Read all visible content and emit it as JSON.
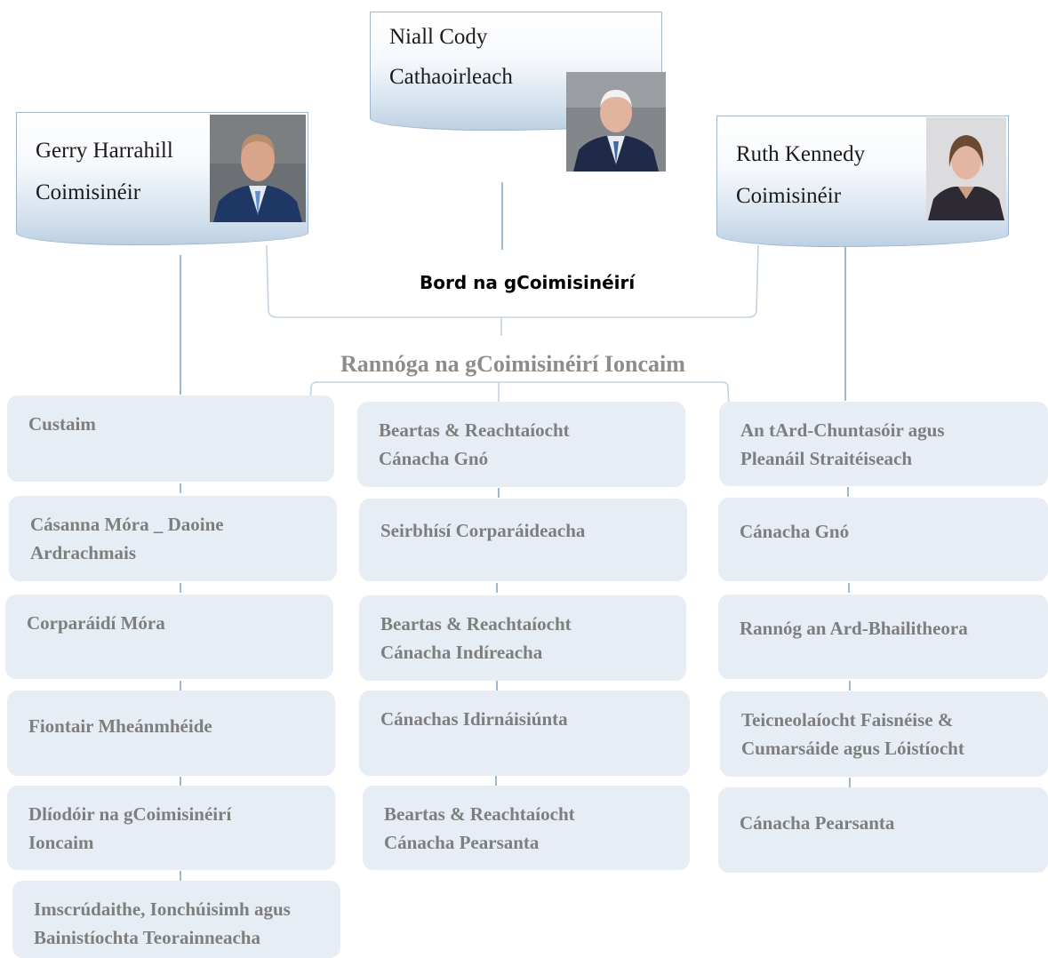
{
  "board": {
    "chair": {
      "name": "Niall Cody",
      "role": "Cathaoirleach"
    },
    "left": {
      "name": "Gerry Harrahill",
      "role": "Coimisinéir"
    },
    "right": {
      "name": "Ruth Kennedy",
      "role": "Coimisinéir"
    },
    "title": "Bord na gCoimisinéirí"
  },
  "divisions": {
    "title": "Rannóga na gCoimisinéirí Ioncaim",
    "left": [
      [
        "Custaim"
      ],
      [
        "Cásanna Móra _ Daoine",
        "Ardrachmais"
      ],
      [
        "Corparáidí Móra"
      ],
      [
        "Fiontair Mheánmhéide"
      ],
      [
        "Dlíodóir na gCoimisinéirí",
        "Ioncaim"
      ],
      [
        "Imscrúdaithe, Ionchúisimh agus",
        "Bainistíochta Teorainneacha"
      ]
    ],
    "middle": [
      [
        "Beartas & Reachtaíocht",
        "Cánacha Gnó"
      ],
      [
        "Seirbhísí Corparáideacha"
      ],
      [
        "Beartas & Reachtaíocht",
        "Cánacha Indíreacha"
      ],
      [
        "Cánachas Idirnáisiúnta"
      ],
      [
        "Beartas & Reachtaíocht",
        "Cánacha Pearsanta"
      ]
    ],
    "right": [
      [
        "An tArd-Chuntasóir agus",
        "Pleanáil Straitéiseach"
      ],
      [
        "Cánacha Gnó"
      ],
      [
        "Rannóg an Ard-Bhailitheora"
      ],
      [
        "Teicneolaíocht Faisnéise &",
        "Cumarsáide agus Lóistíocht"
      ],
      [
        "Cánacha Pearsanta"
      ]
    ]
  },
  "colors": {
    "dept_bg": "#e7edf5",
    "dept_text": "#7e7e7e",
    "connector": "#9db8cf",
    "division_title": "#8c8c8c"
  }
}
